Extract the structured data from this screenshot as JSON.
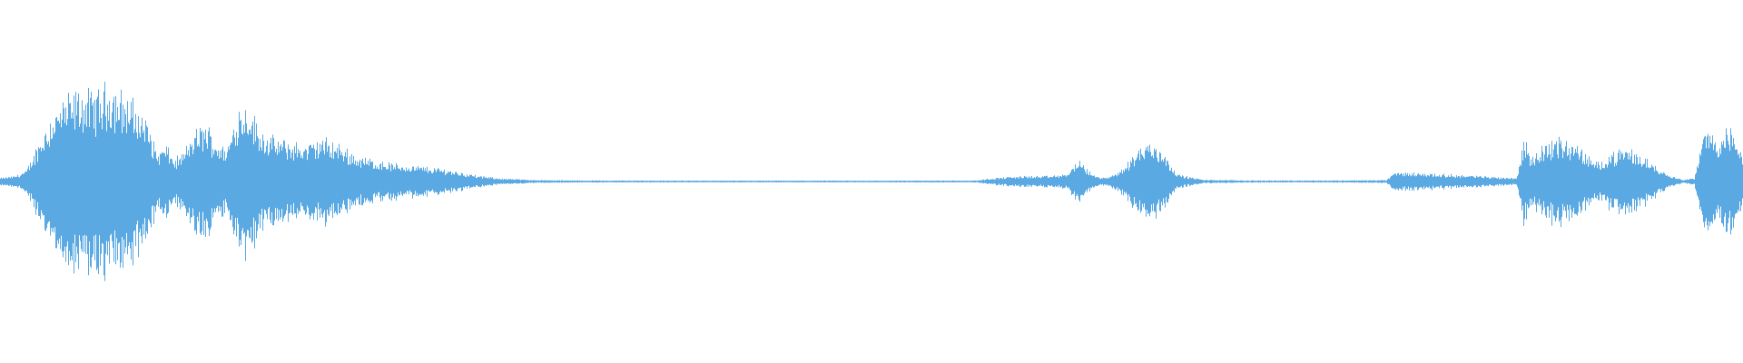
{
  "waveform": {
    "color": "#5aa9e2",
    "background": "#ffffff",
    "envelope": [
      [
        0.0,
        0.02
      ],
      [
        0.008,
        0.03
      ],
      [
        0.015,
        0.06
      ],
      [
        0.022,
        0.22
      ],
      [
        0.03,
        0.38
      ],
      [
        0.038,
        0.46
      ],
      [
        0.046,
        0.5
      ],
      [
        0.054,
        0.48
      ],
      [
        0.062,
        0.54
      ],
      [
        0.068,
        0.5
      ],
      [
        0.076,
        0.44
      ],
      [
        0.084,
        0.34
      ],
      [
        0.09,
        0.16
      ],
      [
        0.095,
        0.2
      ],
      [
        0.1,
        0.12
      ],
      [
        0.105,
        0.16
      ],
      [
        0.112,
        0.28
      ],
      [
        0.118,
        0.32
      ],
      [
        0.124,
        0.22
      ],
      [
        0.13,
        0.18
      ],
      [
        0.136,
        0.4
      ],
      [
        0.142,
        0.44
      ],
      [
        0.148,
        0.3
      ],
      [
        0.156,
        0.24
      ],
      [
        0.165,
        0.22
      ],
      [
        0.175,
        0.2
      ],
      [
        0.185,
        0.24
      ],
      [
        0.195,
        0.2
      ],
      [
        0.205,
        0.14
      ],
      [
        0.215,
        0.12
      ],
      [
        0.225,
        0.1
      ],
      [
        0.235,
        0.09
      ],
      [
        0.245,
        0.08
      ],
      [
        0.255,
        0.07
      ],
      [
        0.265,
        0.05
      ],
      [
        0.275,
        0.03
      ],
      [
        0.29,
        0.015
      ],
      [
        0.31,
        0.008
      ],
      [
        0.33,
        0.006
      ],
      [
        0.4,
        0.005
      ],
      [
        0.5,
        0.005
      ],
      [
        0.56,
        0.006
      ],
      [
        0.57,
        0.02
      ],
      [
        0.585,
        0.03
      ],
      [
        0.6,
        0.03
      ],
      [
        0.612,
        0.04
      ],
      [
        0.618,
        0.12
      ],
      [
        0.622,
        0.08
      ],
      [
        0.628,
        0.03
      ],
      [
        0.635,
        0.02
      ],
      [
        0.645,
        0.08
      ],
      [
        0.652,
        0.18
      ],
      [
        0.66,
        0.22
      ],
      [
        0.668,
        0.16
      ],
      [
        0.675,
        0.04
      ],
      [
        0.69,
        0.01
      ],
      [
        0.72,
        0.006
      ],
      [
        0.76,
        0.006
      ],
      [
        0.795,
        0.008
      ],
      [
        0.8,
        0.05
      ],
      [
        0.81,
        0.05
      ],
      [
        0.83,
        0.04
      ],
      [
        0.85,
        0.03
      ],
      [
        0.87,
        0.02
      ],
      [
        0.874,
        0.24
      ],
      [
        0.878,
        0.14
      ],
      [
        0.888,
        0.22
      ],
      [
        0.895,
        0.24
      ],
      [
        0.905,
        0.2
      ],
      [
        0.915,
        0.1
      ],
      [
        0.925,
        0.16
      ],
      [
        0.935,
        0.18
      ],
      [
        0.945,
        0.12
      ],
      [
        0.955,
        0.05
      ],
      [
        0.965,
        0.01
      ],
      [
        0.972,
        0.02
      ],
      [
        0.978,
        0.3
      ],
      [
        0.985,
        0.24
      ],
      [
        0.992,
        0.3
      ],
      [
        1.0,
        0.16
      ]
    ]
  }
}
